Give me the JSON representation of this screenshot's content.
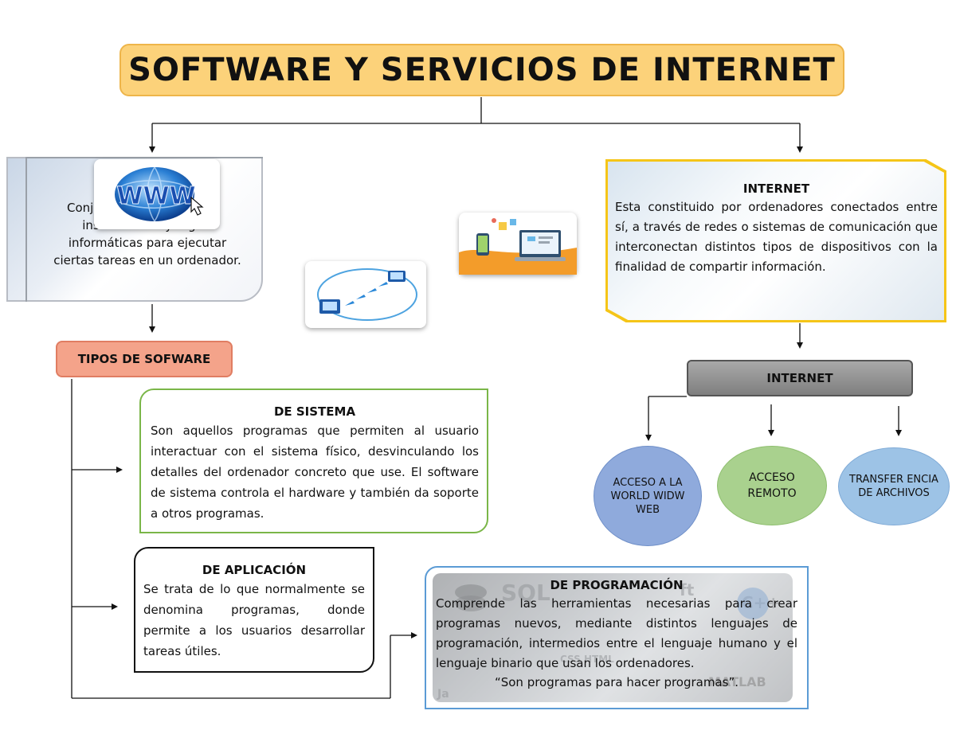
{
  "title": "SOFTWARE Y SERVICIOS DE INTERNET",
  "software_definition": {
    "line1": "Conj",
    "line2": "instrucciones y reglas",
    "line3": "informáticas para ejecutar",
    "line4": "ciertas tareas en un ordenador.",
    "badge": "WWW"
  },
  "tipos_de_software": "TIPOS DE SOFWARE",
  "de_sistema": {
    "title": "DE SISTEMA",
    "text": "Son aquellos programas que permiten al usuario interactuar con el sistema físico, desvinculando los detalles del ordenador concreto que use. El software de sistema controla el hardware y también da soporte a otros programas."
  },
  "de_aplicacion": {
    "title": "DE APLICACIÓN",
    "text": "Se trata de lo que normalmente se denomina programas, donde permite a los usuarios desarrollar tareas útiles."
  },
  "de_programacion": {
    "title": "DE PROGRAMACIÓN",
    "text": "Comprende las herramientas necesarias para crear programas nuevos, mediante distintos lenguajes de programación, intermedios entre el lenguaje humano y el lenguaje binario que usan los ordenadores.",
    "quote": "“Son programas para hacer programas”.",
    "bg_words": [
      "SQL",
      "ft",
      "C++",
      "HTML",
      "CSS",
      "MATLAB",
      "Ja"
    ]
  },
  "internet": {
    "title": "INTERNET",
    "text": "Esta constituido por ordenadores conectados entre sí, a través de redes o sistemas de comunicación que interconectan distintos tipos de dispositivos con la finalidad de compartir información."
  },
  "internet_bar": "INTERNET",
  "services": [
    "ACCESO A LA WORLD WIDW WEB",
    "ACCESO REMOTO",
    "TRANSFER ENCIA DE ARCHIVOS"
  ],
  "colors": {
    "title_bg": "#fcd27a",
    "tipos_bg": "#f4a38a",
    "sistema_border": "#7ab648",
    "programacion_border": "#5b9bd5",
    "internet_border": "#f5c518",
    "circle_blue": "#8faadc",
    "circle_green": "#a9d18e",
    "circle_light_blue": "#9dc3e6"
  }
}
